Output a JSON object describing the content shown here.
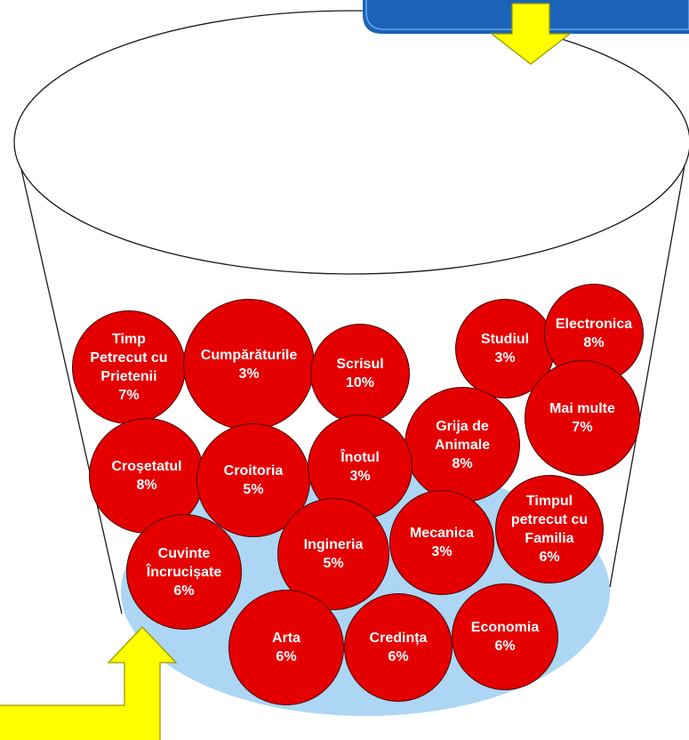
{
  "colors": {
    "ball_fill": "#e40000",
    "ball_stroke": "#4a0000",
    "ball_text": "#ffffff",
    "water": "#a8d4f2",
    "arrow_fill": "#ffff00",
    "arrow_stroke": "#9a9a00",
    "banner": "#1a63b8",
    "bucket_outline": "#1a1a1a"
  },
  "balls": [
    {
      "label": "Timp\nPetrecut cu\nPrietenii",
      "percent": "7%"
    },
    {
      "label": "Cumpărăturile",
      "percent": "3%"
    },
    {
      "label": "Scrisul",
      "percent": "10%"
    },
    {
      "label": "Studiul",
      "percent": "3%"
    },
    {
      "label": "Electronica",
      "percent": "8%"
    },
    {
      "label": "Mai multe",
      "percent": "7%"
    },
    {
      "label": "Grija de\nAnimale",
      "percent": "8%"
    },
    {
      "label": "Croșetatul",
      "percent": "8%"
    },
    {
      "label": "Croitoria",
      "percent": "5%"
    },
    {
      "label": "Înotul",
      "percent": "3%"
    },
    {
      "label": "Timpul\npetrecut cu\nFamilia",
      "percent": "6%"
    },
    {
      "label": "Cuvinte\nÎncrucișate",
      "percent": "6%"
    },
    {
      "label": "Ingineria",
      "percent": "5%"
    },
    {
      "label": "Mecanica",
      "percent": "3%"
    },
    {
      "label": "Arta",
      "percent": "6%"
    },
    {
      "label": "Credința",
      "percent": "6%"
    },
    {
      "label": "Economia",
      "percent": "6%"
    }
  ]
}
